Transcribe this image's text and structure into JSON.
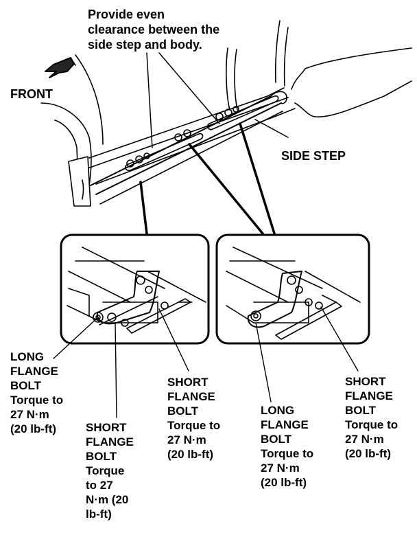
{
  "labels": {
    "callout": [
      "Provide even",
      "clearance between the",
      "side step and body."
    ],
    "front": "FRONT",
    "side_step": "SIDE STEP",
    "left_long_bolt": [
      "LONG",
      "FLANGE",
      "BOLT",
      "Torque to",
      "27 N·m",
      "(20 lb-ft)"
    ],
    "left_short_bolt_1": [
      "SHORT",
      "FLANGE",
      "BOLT",
      "Torque",
      "to 27",
      "N·m (20",
      "lb-ft)"
    ],
    "left_short_bolt_2": [
      "SHORT",
      "FLANGE",
      "BOLT",
      "Torque to",
      "27 N·m",
      "(20 lb-ft)"
    ],
    "right_long_bolt": [
      "LONG",
      "FLANGE",
      "BOLT",
      "Torque to",
      "27 N·m",
      "(20 lb-ft)"
    ],
    "right_short_bolt": [
      "SHORT",
      "FLANGE",
      "BOLT",
      "Torque to",
      "27 N·m",
      "(20 lb-ft)"
    ]
  },
  "colors": {
    "line": "#000000",
    "background": "#ffffff"
  }
}
